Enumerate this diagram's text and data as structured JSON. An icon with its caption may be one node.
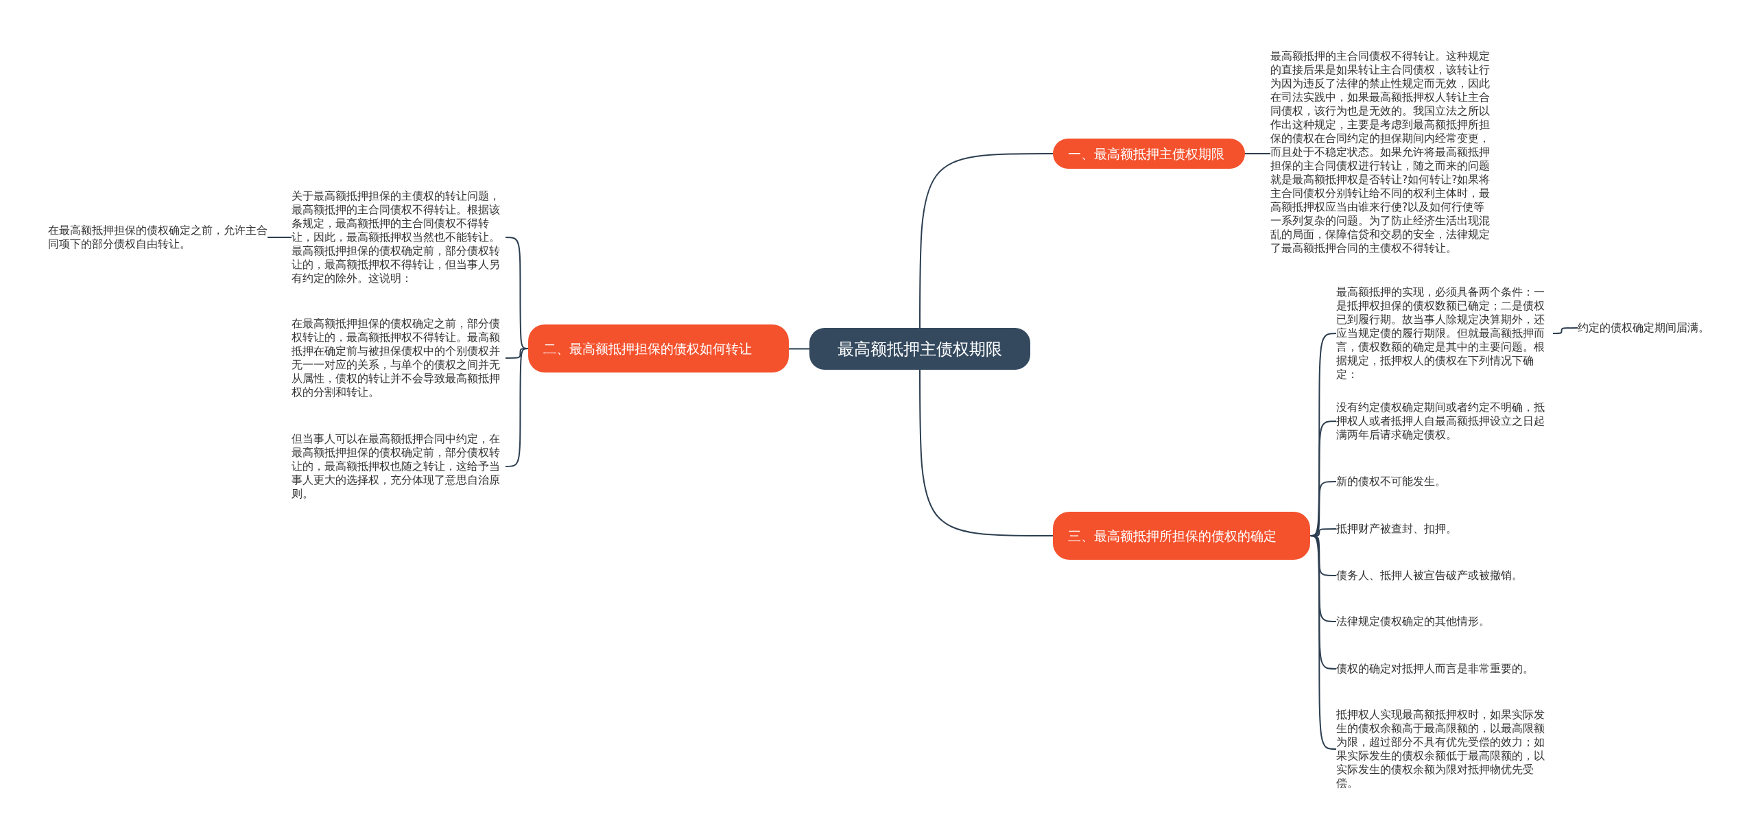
{
  "diagram": {
    "nodes": [
      {
        "text": [
          "最高额抵押主债权期限"
        ]
      },
      {
        "text": [
          "一、最高额抵押主债权期限"
        ]
      },
      {
        "text": [
          "最高额抵押的主合同债权不得转让。这种规定的直接后果是如果转让主合同债权，该转让行为因为违反了法律的禁止性规定而无效，因此在司法实践中，如果最高额抵押权人转让主合同债权，该行为也是无效的。我国立法之所以作出这种规定，主要是考虑到最高额抵押所担保的债权在合同约定的担保期间内经常变更，而且处于不稳定状态。如果允许将最高额抵押担保的主合同债权进行转让，随之而来的问题就是最高额抵押权是否转让?如何转让?如果将主合同债权分别转让给不同的权利主体时，最高额抵押权应当由谁来行使?以及如何行使等一系列复杂的问题。为了防止经济生活出现混乱的局面，保障信贷和交易的安全，法律规定了最高额抵押合同的主债权不得转让。"
        ]
      },
      {
        "text": [
          "二、最高额抵押担保的债权如何转让"
        ]
      },
      {
        "text": [
          "关于最高额抵押担保的主债权的转让问题，最高额抵押的主合同债权不得转让。根据该条规定，最高额抵押的主合同债权不得转让，因此，最高额抵押权当然也不能转让。最高额抵押担保的债权确定前，部分债权转让的，最高额抵押权不得转让，但当事人另有约定的除外。这说明："
        ]
      },
      {
        "text": [
          "在最高额抵押担保的债权确定之前，允许主合同项下的部分债权自由转让。"
        ]
      },
      {
        "text": [
          "在最高额抵押担保的债权确定之前，部分债权转让的，最高额抵押权不得转让。最高额抵押在确定前与被担保债权中的个别债权并无一一对应的关系，与单个的债权之间并无从属性，债权的转让并不会导致最高额抵押权的分割和转让。"
        ]
      },
      {
        "text": [
          "但当事人可以在最高额抵押合同中约定，在最高额抵押担保的债权确定前，部分债权转让的，最高额抵押权也随之转让，这给予当事人更大的选择权，充分体现了意思自治原则。"
        ]
      },
      {
        "text": [
          "三、最高额抵押所担保的债权的确定"
        ]
      },
      {
        "text": [
          "最高额抵押的实现，必须具备两个条件：一是抵押权担保的债权数额已确定；二是债权已到履行期。故当事人除规定决算期外，还应当规定债的履行期限。但就最高额抵押而言，债权数额的确定是其中的主要问题。根据规定，抵押权人的债权在下列情况下确定："
        ]
      },
      {
        "text": [
          "约定的债权确定期间届满。"
        ]
      },
      {
        "text": [
          "没有约定债权确定期间或者约定不明确，抵押权人或者抵押人自最高额抵押设立之日起满两年后请求确定债权。"
        ]
      },
      {
        "text": [
          "新的债权不可能发生。"
        ]
      },
      {
        "text": [
          "抵押财产被查封、扣押。"
        ]
      },
      {
        "text": [
          "债务人、抵押人被宣告破产或被撤销。"
        ]
      },
      {
        "text": [
          "法律规定债权确定的其他情形。"
        ]
      },
      {
        "text": [
          "债权的确定对抵押人而言是非常重要的。"
        ]
      },
      {
        "text": [
          "抵押权人实现最高额抵押权时，如果实际发生的债权余额高于最高限额的，以最高限额为限，超过部分不具有优先受偿的效力；如果实际发生的债权余额低于最高限额的，以实际发生的债权余额为限对抵押物优先受偿。"
        ]
      }
    ],
    "edges": [
      {
        "from": 0,
        "to": 1,
        "arrow": "none"
      },
      {
        "from": 1,
        "to": 2,
        "arrow": "none"
      },
      {
        "from": 0,
        "to": 3,
        "arrow": "none"
      },
      {
        "from": 3,
        "to": 4,
        "arrow": "none"
      },
      {
        "from": 4,
        "to": 5,
        "arrow": "none"
      },
      {
        "from": 3,
        "to": 6,
        "arrow": "none"
      },
      {
        "from": 3,
        "to": 7,
        "arrow": "none"
      },
      {
        "from": 0,
        "to": 8,
        "arrow": "none"
      },
      {
        "from": 8,
        "to": 9,
        "arrow": "none"
      },
      {
        "from": 9,
        "to": 10,
        "arrow": "none"
      },
      {
        "from": 8,
        "to": 11,
        "arrow": "none"
      },
      {
        "from": 8,
        "to": 12,
        "arrow": "none"
      },
      {
        "from": 8,
        "to": 13,
        "arrow": "none"
      },
      {
        "from": 8,
        "to": 14,
        "arrow": "none"
      },
      {
        "from": 8,
        "to": 15,
        "arrow": "none"
      },
      {
        "from": 8,
        "to": 16,
        "arrow": "none"
      },
      {
        "from": 8,
        "to": 17,
        "arrow": "none"
      }
    ]
  }
}
